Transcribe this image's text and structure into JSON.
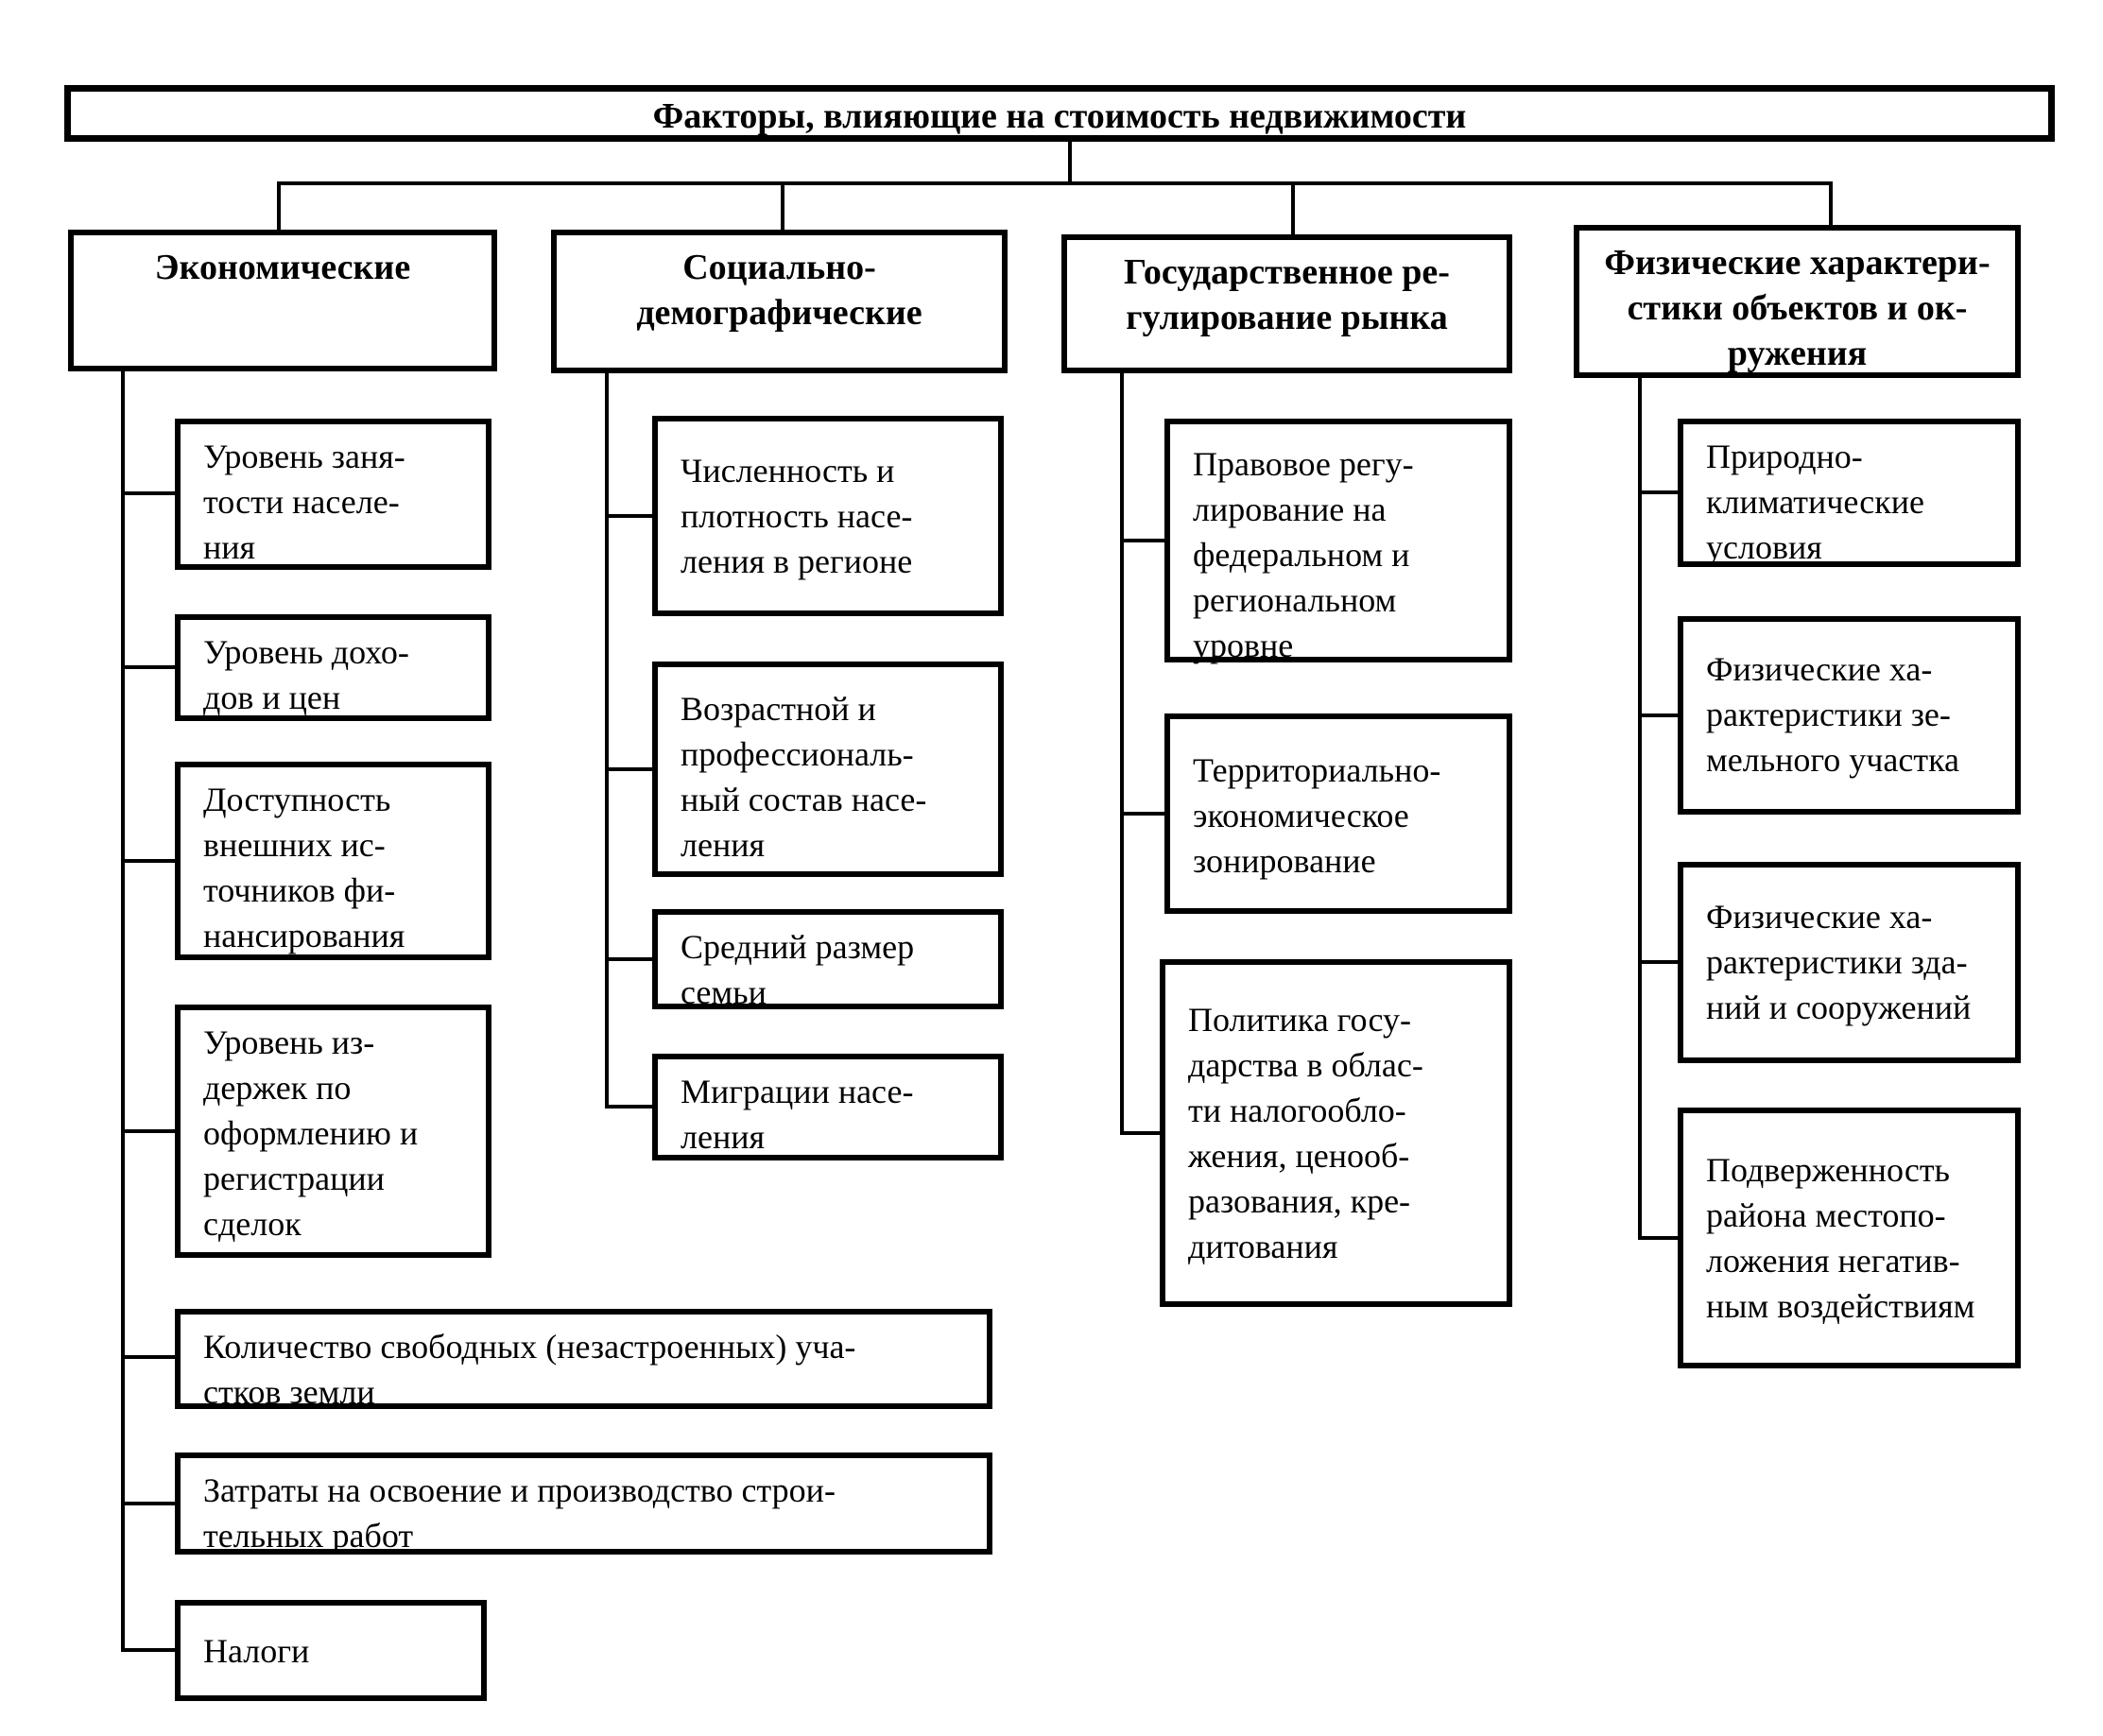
{
  "diagram": {
    "title": "Факторы, влияющие на стоимость недвижимости",
    "colors": {
      "line": "#000000",
      "background": "#ffffff",
      "text": "#000000"
    },
    "columns": [
      {
        "header": "Экономические",
        "items": [
          "Уровень заня-\nтости населе-\nния",
          "Уровень дохо-\nдов и цен",
          "Доступность\nвнешних ис-\nточников фи-\nнансирования",
          "Уровень из-\nдержек по\nоформлению и\nрегистрации\nсделок",
          "Количество свободных (незастроенных) уча-\nстков земли",
          "Затраты на освоение и производство строи-\nтельных работ",
          "Налоги"
        ]
      },
      {
        "header": "Социально-\nдемографические",
        "items": [
          "Численность и\nплотность насе-\nления в регионе",
          "Возрастной и\nпрофессиональ-\nный состав насе-\nления",
          "Средний размер\nсемьи",
          "Миграции насе-\nления"
        ]
      },
      {
        "header": "Государственное ре-\nгулирование рынка",
        "items": [
          "Правовое регу-\nлирование на\nфедеральном и\nрегиональном\nуровне",
          "Территориально-\nэкономическое\nзонирование",
          "Политика госу-\nдарства в облас-\nти налогообло-\nжения, ценооб-\nразования, кре-\nдитования"
        ]
      },
      {
        "header": "Физические характери-\nстики объектов и ок-\nружения",
        "items": [
          "Природно-\nклиматические\nусловия",
          "Физические ха-\nрактеристики зе-\nмельного участка",
          "Физические ха-\nрактеристики зда-\nний и сооружений",
          "Подверженность\nрайона местопо-\nложения негатив-\nным воздействиям"
        ]
      }
    ]
  }
}
